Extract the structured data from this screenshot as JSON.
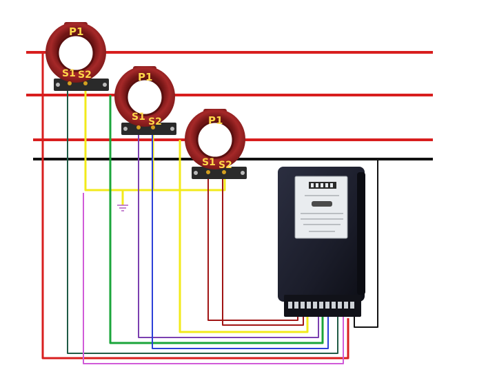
{
  "transformers": [
    {
      "id": "ct1",
      "primary_label": "P1",
      "s1_label": "S1",
      "s2_label": "S2"
    },
    {
      "id": "ct2",
      "primary_label": "P1",
      "s1_label": "S1",
      "s2_label": "S2"
    },
    {
      "id": "ct3",
      "primary_label": "P1",
      "s1_label": "S1",
      "s2_label": "S2"
    }
  ],
  "colors": {
    "phase_line": "#d81e1e",
    "neutral_line": "#111111",
    "ct_body": "#9a2222",
    "ct_body_dark": "#6e1414",
    "yellow": "#f2ea1a",
    "green": "#1aa53a",
    "dark_green": "#1f5a45",
    "blue": "#2b3fd8",
    "purple": "#7b3fb0",
    "magenta": "#d05ad8",
    "dark_red": "#a01414",
    "meter_body": "#1b1d2a",
    "meter_face": "#e9ecef"
  },
  "meter": {
    "icon": "electric-meter-icon"
  },
  "ground": {
    "icon": "ground-symbol-icon"
  }
}
